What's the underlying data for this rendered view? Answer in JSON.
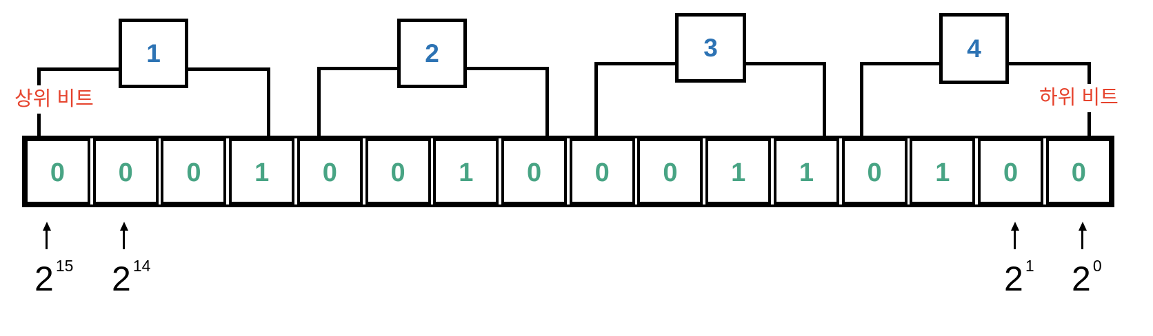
{
  "diagram": {
    "title_hint": "16-bit binary number split into four nibbles",
    "groups": [
      {
        "label": "1"
      },
      {
        "label": "2"
      },
      {
        "label": "3"
      },
      {
        "label": "4"
      }
    ],
    "msb_label": "상위 비트",
    "lsb_label": "하위 비트",
    "bits": [
      "0",
      "0",
      "0",
      "1",
      "0",
      "0",
      "1",
      "0",
      "0",
      "0",
      "1",
      "1",
      "0",
      "1",
      "0",
      "0"
    ],
    "powers": [
      {
        "base": "2",
        "exponent": "15"
      },
      {
        "base": "2",
        "exponent": "14"
      },
      {
        "base": "2",
        "exponent": "1"
      },
      {
        "base": "2",
        "exponent": "0"
      }
    ],
    "colors": {
      "group_number": "#2d73b4",
      "bit_digit": "#48a484",
      "significance_label": "#e6432d",
      "line": "#000000"
    }
  }
}
